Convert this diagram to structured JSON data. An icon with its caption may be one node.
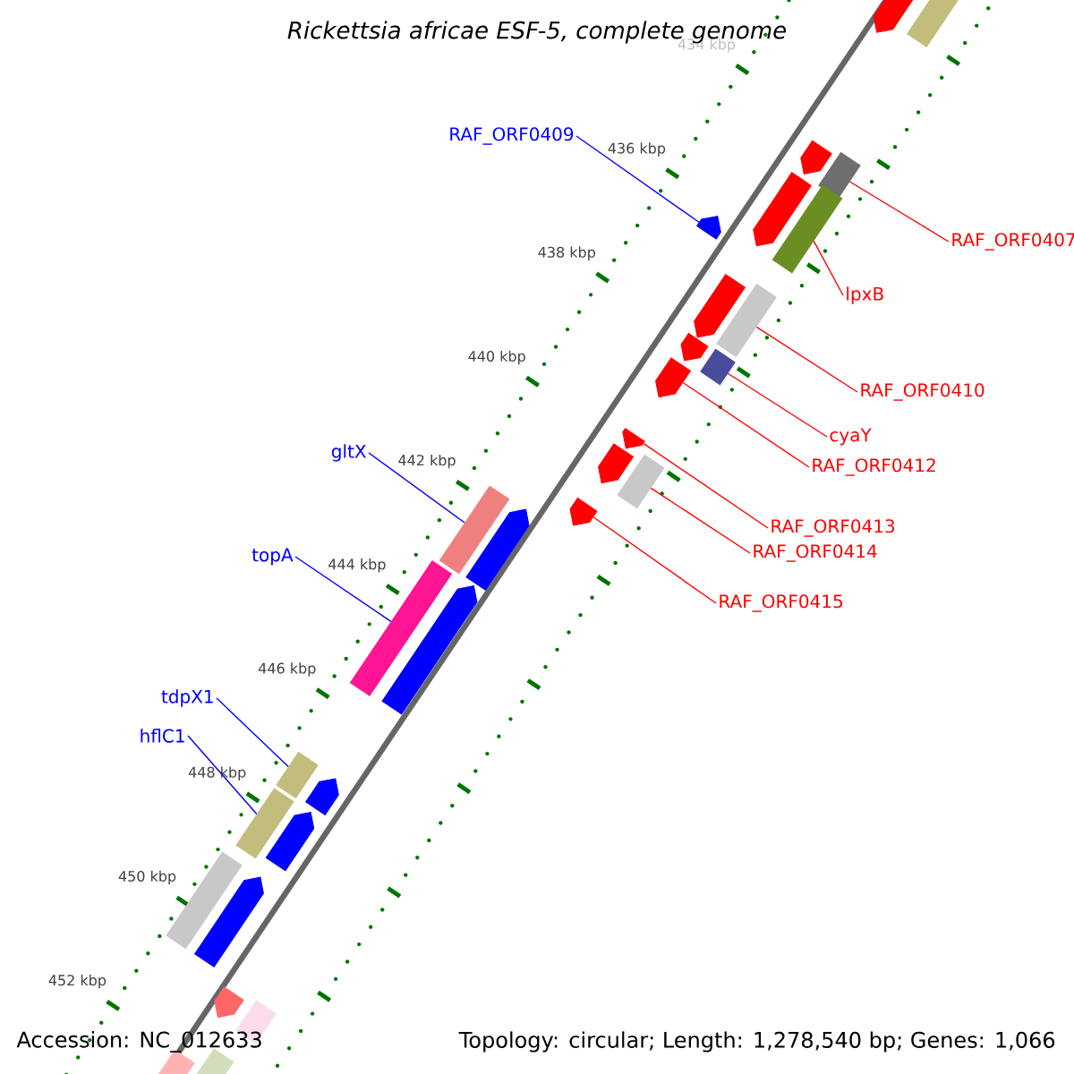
{
  "diagram": {
    "title": "Rickettsia africae ESF-5, complete genome",
    "nodes": [
      {
        "text": [],
        "shape": "pentagon"
      },
      {
        "text": [],
        "shape": "box"
      },
      {
        "text": [],
        "shape": "pentagon"
      },
      {
        "text": [],
        "shape": "box"
      },
      {
        "text": [],
        "shape": "pentagon"
      },
      {
        "text": [],
        "shape": "box"
      },
      {
        "text": [],
        "shape": "pentagon"
      },
      {
        "text": [],
        "shape": "pentagon"
      },
      {
        "text": [],
        "shape": "box"
      },
      {
        "text": [],
        "shape": "pentagon"
      },
      {
        "text": [],
        "shape": "box"
      },
      {
        "text": [],
        "shape": "pentagon"
      },
      {
        "text": [],
        "shape": "pentagon"
      },
      {
        "text": [],
        "shape": "pentagon"
      },
      {
        "text": [],
        "shape": "box"
      },
      {
        "text": [],
        "shape": "pentagon"
      },
      {
        "text": [],
        "shape": "box"
      },
      {
        "text": [],
        "shape": "pentagon"
      },
      {
        "text": [],
        "shape": "box"
      },
      {
        "text": [],
        "shape": "pentagon"
      },
      {
        "text": [],
        "shape": "box"
      },
      {
        "text": [],
        "shape": "pentagon"
      },
      {
        "text": [],
        "shape": "box"
      },
      {
        "text": [],
        "shape": "pentagon"
      },
      {
        "text": [],
        "shape": "box"
      },
      {
        "text": [],
        "shape": "pentagon"
      },
      {
        "text": [],
        "shape": "pentagon"
      },
      {
        "text": [],
        "shape": "box"
      },
      {
        "text": [],
        "shape": "pentagon"
      },
      {
        "text": [],
        "shape": "box"
      },
      {
        "text": [
          "RAF_ORF0409"
        ]
      },
      {
        "text": [
          "RAF_ORF0407"
        ]
      },
      {
        "text": [
          "lpxB"
        ]
      },
      {
        "text": [
          "RAF_ORF0410"
        ]
      },
      {
        "text": [
          "cyaY"
        ]
      },
      {
        "text": [
          "gltX"
        ]
      },
      {
        "text": [
          "RAF_ORF0412"
        ]
      },
      {
        "text": [
          "RAF_ORF0413"
        ]
      },
      {
        "text": [
          "RAF_ORF0414"
        ]
      },
      {
        "text": [
          "topA"
        ]
      },
      {
        "text": [
          "RAF_ORF0415"
        ]
      },
      {
        "text": [
          "tdpX1"
        ]
      },
      {
        "text": [
          "hflC1"
        ]
      }
    ],
    "edges": [
      {
        "from": 30,
        "to": 6,
        "arrow": "none",
        "color": "#0000ff"
      },
      {
        "from": 31,
        "to": 3,
        "arrow": "none"
      },
      {
        "from": 32,
        "to": 5,
        "arrow": "none"
      },
      {
        "from": 33,
        "to": 8,
        "arrow": "none"
      },
      {
        "from": 34,
        "to": 10,
        "arrow": "none"
      },
      {
        "from": 35,
        "to": 16,
        "arrow": "none",
        "color": "#0000ff"
      },
      {
        "from": 36,
        "to": 11,
        "arrow": "none"
      },
      {
        "from": 37,
        "to": 12,
        "arrow": "none"
      },
      {
        "from": 38,
        "to": 14,
        "arrow": "none"
      },
      {
        "from": 39,
        "to": 18,
        "arrow": "none",
        "color": "#0000ff"
      },
      {
        "from": 40,
        "to": 15,
        "arrow": "none"
      },
      {
        "from": 41,
        "to": 20,
        "arrow": "none",
        "color": "#0000ff"
      },
      {
        "from": 42,
        "to": 22,
        "arrow": "none",
        "color": "#0000ff"
      }
    ],
    "labels": [
      "434 kbp",
      "436 kbp",
      "438 kbp",
      "440 kbp",
      "442 kbp",
      "444 kbp",
      "446 kbp",
      "448 kbp",
      "450 kbp",
      "452 kbp",
      "Accession: NC_012633",
      "Topology: circular; Length: 1,278,540 bp; Genes: 1,066"
    ]
  }
}
